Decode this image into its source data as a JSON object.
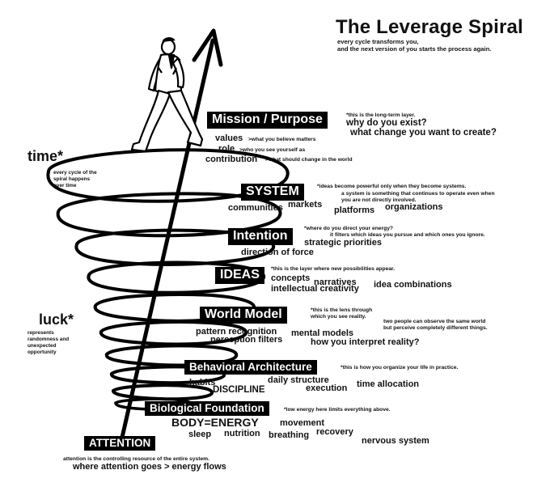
{
  "title": "The Leverage Spiral",
  "subtitle": [
    "every cycle transforms you,",
    "and the next version of you starts the process again."
  ],
  "side": {
    "time": {
      "label": "time*",
      "note": [
        "every cycle of the",
        "spiral happens",
        "over time"
      ]
    },
    "luck": {
      "label": "luck*",
      "note": [
        "represents",
        "randomness and",
        "unexpected",
        "opportunity"
      ]
    }
  },
  "layers": {
    "mission": {
      "label": "Mission / Purpose",
      "note": "*this is the long-term layer.",
      "questions": [
        "why do you exist?",
        "what change you want to create?"
      ],
      "items": [
        {
          "kw": "values",
          "desc": ">what you believe matters"
        },
        {
          "kw": "role",
          "desc": ">who you see yourself as"
        },
        {
          "kw": "contribution",
          "desc": ">what should change in the world"
        }
      ]
    },
    "system": {
      "label": "SYSTEM",
      "note": [
        "*ideas become powerful only when they become systems.",
        "a system is something that continues to operate even when",
        "you are not directly involved."
      ],
      "keywords": [
        "communities",
        "markets",
        "platforms",
        "organizations"
      ]
    },
    "intention": {
      "label": "Intention",
      "note": [
        "*where do you direct your energy?",
        "it filters which ideas you pursue and which ones you ignore."
      ],
      "keywords": [
        "strategic priorities",
        "direction of force"
      ]
    },
    "ideas": {
      "label": "IDEAS",
      "note": "*this is the layer where new possibilities appear.",
      "keywords": [
        "concepts",
        "narratives",
        "intellectual creativity",
        "idea combinations"
      ]
    },
    "world": {
      "label": "World Model",
      "note": [
        "*this is the lens through",
        "which you see reality."
      ],
      "note2": [
        "two people can observe the same world",
        "but perceive completely different things."
      ],
      "keywords": [
        "pattern recognition",
        "mental models",
        "perception filters",
        "how you interpret reality?"
      ]
    },
    "behavior": {
      "label": "Behavioral Architecture",
      "note": "*this is how you organize your life in practice.",
      "keywords": [
        "habits",
        "daily structure",
        "execution",
        "time allocation",
        "DISCIPLINE"
      ]
    },
    "bio": {
      "label": "Biological Foundation",
      "note": "*low energy here limits everything above.",
      "keywords": [
        "BODY=ENERGY",
        "movement",
        "sleep",
        "nutrition",
        "breathing",
        "recovery",
        "nervous system"
      ]
    },
    "attention": {
      "label": "ATTENTION",
      "note": "attention is the controlling resource of the entire system.",
      "flow": "where attention goes > energy flows"
    }
  }
}
